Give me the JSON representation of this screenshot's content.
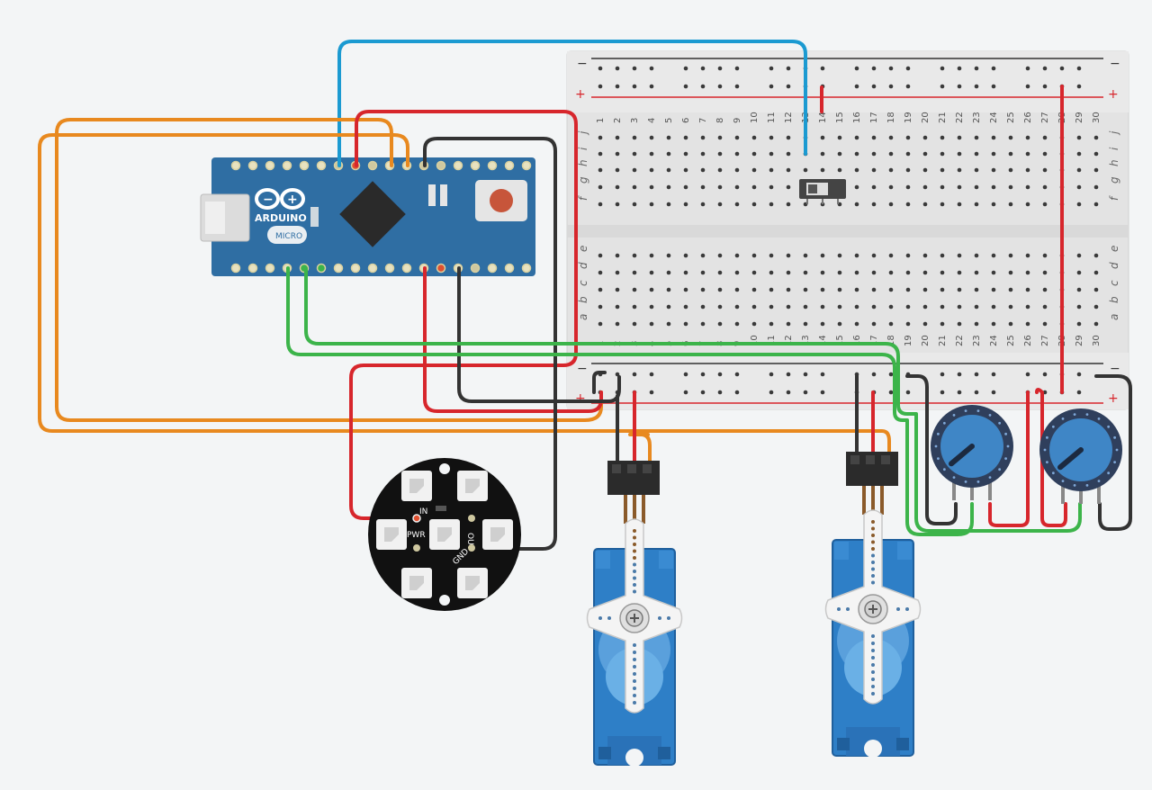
{
  "colors": {
    "background": "#f3f5f6",
    "arduino_board": "#2f6ea3",
    "breadboard": "#e6e6e6",
    "wire_orange": "#e8891f",
    "wire_red": "#d7262c",
    "wire_black": "#333333",
    "wire_green": "#3cb44a",
    "wire_blue": "#1b9ad1",
    "servo_body": "#2e7fc7",
    "pot_knob": "#3f86c6",
    "ring_board": "#111111"
  },
  "arduino": {
    "brand": "ARDUINO",
    "model": "MICRO",
    "logo_icon": "arduino-infinity-logo-icon"
  },
  "breadboard": {
    "columns": [
      "1",
      "2",
      "3",
      "4",
      "5",
      "6",
      "7",
      "8",
      "9",
      "10",
      "11",
      "12",
      "13",
      "14",
      "15",
      "16",
      "17",
      "18",
      "19",
      "20",
      "21",
      "22",
      "23",
      "24",
      "25",
      "26",
      "27",
      "28",
      "29",
      "30"
    ],
    "rows_upper": [
      "j",
      "i",
      "h",
      "g",
      "f"
    ],
    "rows_lower": [
      "e",
      "d",
      "c",
      "b",
      "a"
    ],
    "minus_label": "−",
    "plus_label": "+"
  },
  "neopixel_ring": {
    "label_in": "IN",
    "label_pwr": "PWR",
    "label_out": "OUT",
    "label_gnd": "GND"
  },
  "components": {
    "slide_switch": "slide-switch-icon",
    "servo": "servo-motor-icon",
    "potentiometer": "potentiometer-icon"
  }
}
